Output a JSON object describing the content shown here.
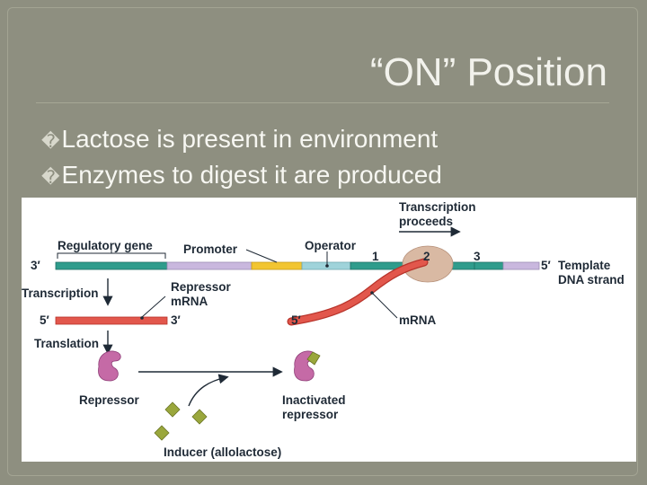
{
  "slide": {
    "title": "“ON” Position",
    "bullets": [
      "Lactose is present in environment",
      "Enzymes to digest it are produced"
    ]
  },
  "diagram": {
    "labels": {
      "regulatory_gene": "Regulatory gene",
      "promoter": "Promoter",
      "operator": "Operator",
      "gene_1": "1",
      "gene_2": "2",
      "gene_3": "3",
      "transcription_proceeds_1": "Transcription",
      "transcription_proceeds_2": "proceeds",
      "three_prime_left": "3′",
      "five_prime_right": "5′",
      "template_1": "Template",
      "template_2": "DNA strand",
      "transcription": "Transcription",
      "repressor_mrna_1": "Repressor",
      "repressor_mrna_2": "mRNA",
      "mrna_five": "5′",
      "mrna_three": "3′",
      "mrna_right_five": "5′",
      "mrna": "mRNA",
      "translation": "Translation",
      "repressor": "Repressor",
      "inactivated_1": "Inactivated",
      "inactivated_2": "repressor",
      "inducer": "Inducer (allolactose)"
    },
    "colors": {
      "regulatory": "#2f9c8c",
      "promoter": "#c9b7de",
      "promoter_yellow": "#f2c531",
      "operator": "#9fd3da",
      "genes": "#2f9c8c",
      "mrna": "#e2574c",
      "repressor": "#c56aa6",
      "inducer": "#9aa73c",
      "polymerase": "#d9b9a3"
    }
  }
}
